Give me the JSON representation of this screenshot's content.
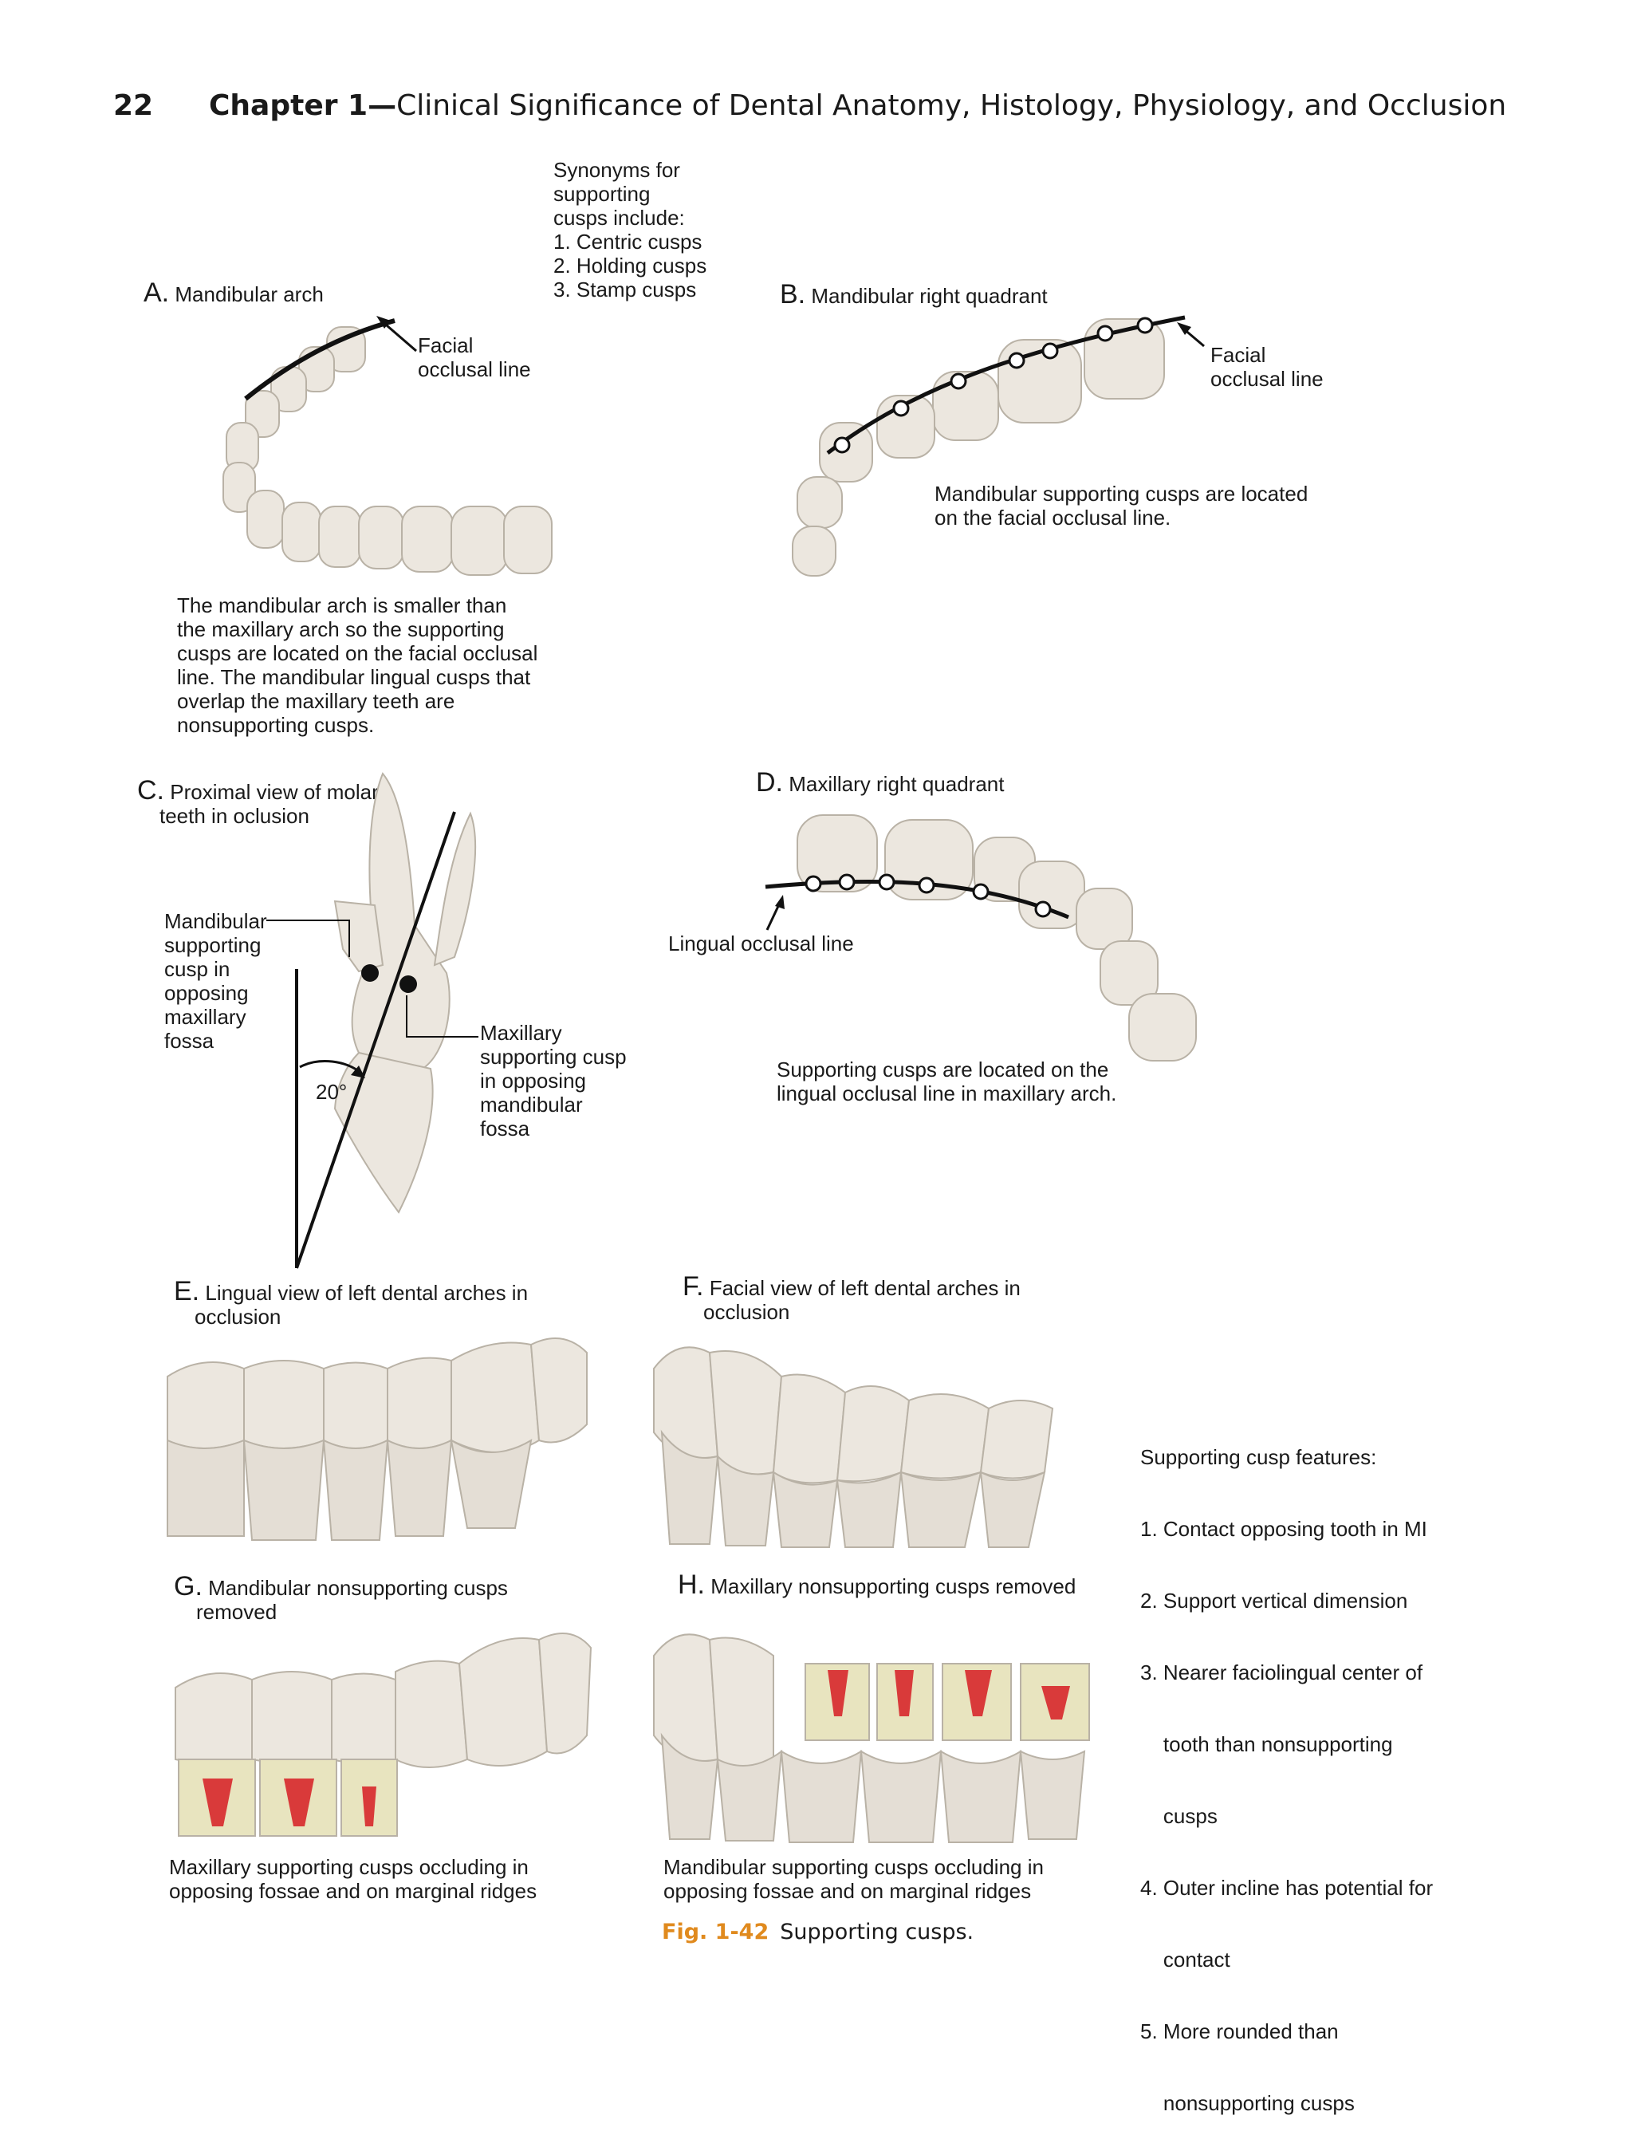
{
  "header": {
    "page_number": "22",
    "chapter_bold": "Chapter 1—",
    "chapter_rest": "Clinical Significance of Dental Anatomy, Histology, Physiology, and Occlusion"
  },
  "synonyms": {
    "lines": [
      "Synonyms for",
      "supporting",
      "cusps include:",
      "1. Centric cusps",
      "2. Holding cusps",
      "3. Stamp cusps"
    ]
  },
  "panel_a": {
    "letter": "A.",
    "title": "Mandibular arch",
    "facial_label": [
      "Facial",
      "occlusal line"
    ],
    "description": [
      "The mandibular arch is smaller than",
      "the maxillary arch so the supporting",
      "cusps are located on the facial occlusal",
      "line. The mandibular lingual cusps that",
      "overlap the maxillary teeth are",
      "nonsupporting cusps."
    ]
  },
  "panel_b": {
    "letter": "B.",
    "title": "Mandibular right quadrant",
    "facial_label": [
      "Facial",
      "occlusal line"
    ],
    "description": [
      "Mandibular supporting cusps are located",
      "on the facial occlusal line."
    ]
  },
  "panel_c": {
    "letter": "C.",
    "title": [
      "Proximal view of molar",
      "teeth in oclusion"
    ],
    "mandibular_label": [
      "Mandibular",
      "supporting",
      "cusp in",
      "opposing",
      "maxillary",
      "fossa"
    ],
    "maxillary_label": [
      "Maxillary",
      "supporting cusp",
      "in opposing",
      "mandibular",
      "fossa"
    ],
    "angle": "20°"
  },
  "panel_d": {
    "letter": "D.",
    "title": "Maxillary right quadrant",
    "lingual_label": "Lingual occlusal line",
    "description": [
      "Supporting cusps are located on the",
      "lingual occlusal line in maxillary arch."
    ]
  },
  "panel_e": {
    "letter": "E.",
    "title": [
      "Lingual view of left dental arches in",
      "occlusion"
    ]
  },
  "panel_f": {
    "letter": "F.",
    "title": [
      "Facial view of left dental arches in",
      "occlusion"
    ]
  },
  "features": {
    "lines": [
      "Supporting cusp features:",
      "1. Contact opposing tooth in MI",
      "2. Support vertical dimension",
      "3. Nearer faciolingual center of",
      "    tooth than nonsupporting",
      "    cusps",
      "4. Outer incline has potential for",
      "    contact",
      "5. More rounded than",
      "    nonsupporting cusps"
    ]
  },
  "panel_g": {
    "letter": "G.",
    "title": [
      "Mandibular nonsupporting cusps",
      "removed"
    ],
    "description": [
      "Maxillary supporting cusps occluding in",
      "opposing fossae and on marginal ridges"
    ]
  },
  "panel_h": {
    "letter": "H.",
    "title": "Maxillary nonsupporting cusps removed",
    "description": [
      "Mandibular supporting cusps occluding in",
      "opposing fossae and on marginal ridges"
    ]
  },
  "caption": {
    "fig_label": "Fig. 1-42",
    "text": "Supporting cusps."
  },
  "colors": {
    "tooth": "#ece7df",
    "tooth_edge": "#b9b2a6",
    "pulp_red": "#d93a3a",
    "cut_surface": "#e8e4bf",
    "caption_accent": "#e08a1e"
  }
}
